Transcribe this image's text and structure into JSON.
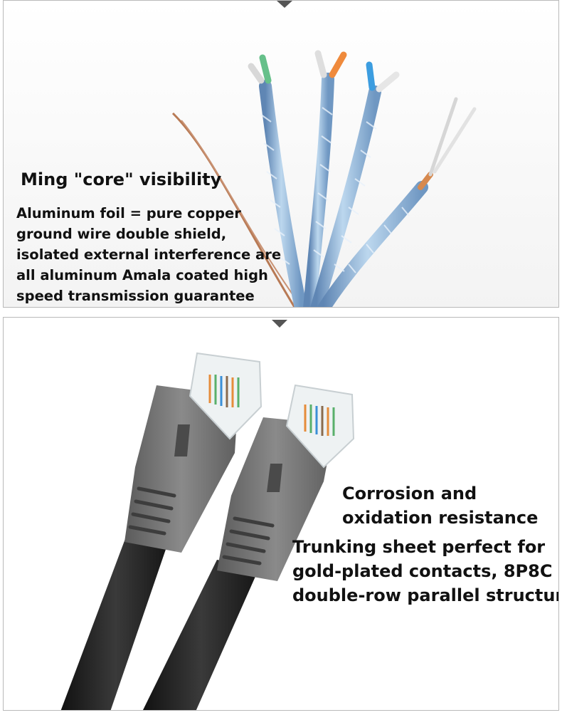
{
  "panels": {
    "top": {
      "heading": "Ming \"core\" visibility",
      "lines": [
        "Aluminum foil = pure copper",
        "ground wire double shield,",
        "isolated external interference are",
        "all aluminum Amala coated high",
        "speed transmission guarantee"
      ]
    },
    "bottom": {
      "lines": [
        "Corrosion and",
        "oxidation resistance",
        "Trunking sheet perfect for",
        "gold-plated contacts, 8P8C",
        "double-row parallel structur"
      ]
    }
  },
  "colors": {
    "shield_foil": "#8fb6d8",
    "connector_boot": "#6b6b6b",
    "cable_jacket": "#1c1c1c",
    "pointer": "#555555"
  },
  "icons": [
    "pointer-arrow-icon"
  ]
}
